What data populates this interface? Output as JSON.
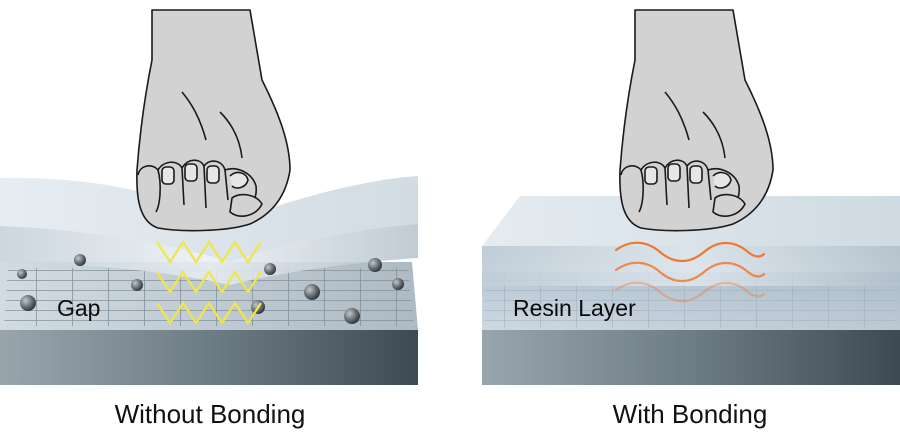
{
  "panels": {
    "left": {
      "caption": "Without Bonding",
      "label": "Gap"
    },
    "right": {
      "caption": "With Bonding",
      "label": "Resin Layer"
    }
  },
  "colors": {
    "vibration_without": "#f1e647",
    "vibration_with": "#ee7a32",
    "glass": "#c9d5de",
    "base": "#5e6c76",
    "hand": "#d2d2d2"
  },
  "icons": [
    "fist-icon"
  ]
}
